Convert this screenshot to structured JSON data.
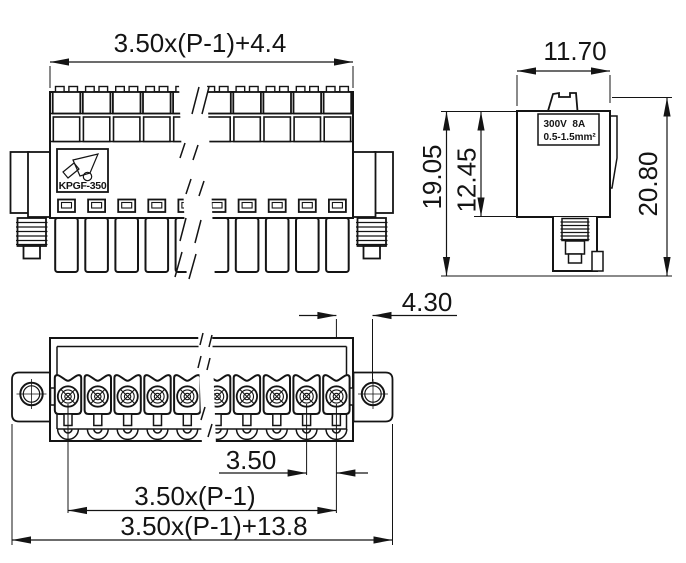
{
  "views": {
    "front": {
      "width_formula": "3.50x(P-1)+4.4",
      "product_code": "KPGF-350"
    },
    "side": {
      "width": "11.70",
      "height_to_flange": "19.05",
      "body_height": "12.45",
      "overall_height": "20.80",
      "rating_electrical": "300V  8A",
      "rating_wire_range": "0.5-1.5mm²"
    },
    "bottom": {
      "hole_offset": "4.30",
      "pitch": "3.50",
      "pin_span_formula": "3.50x(P-1)",
      "overall_width_formula": "3.50x(P-1)+13.8"
    }
  },
  "colors": {
    "line": "#141414",
    "background": "#ffffff"
  }
}
